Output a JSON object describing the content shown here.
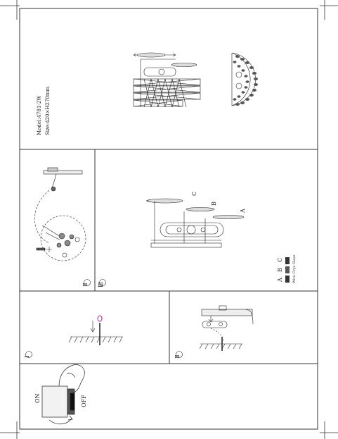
{
  "product": {
    "model_line": "Model:4781-2W",
    "size_line": "Size:420×H270mm"
  },
  "panels": {
    "wiring": {
      "step": "Ⅱ"
    },
    "assembly": {
      "step": "Ⅲ",
      "crystal_labels": [
        "C",
        "B",
        "A"
      ],
      "legend": {
        "labels": [
          "A",
          "B",
          "C"
        ],
        "caption": "Wire   Crys   Glass"
      }
    },
    "drill": {
      "step": "Ⅰ"
    },
    "bracket": {
      "step": "Ⅱ"
    },
    "switch": {
      "on": "ON",
      "off": "OFF"
    }
  }
}
